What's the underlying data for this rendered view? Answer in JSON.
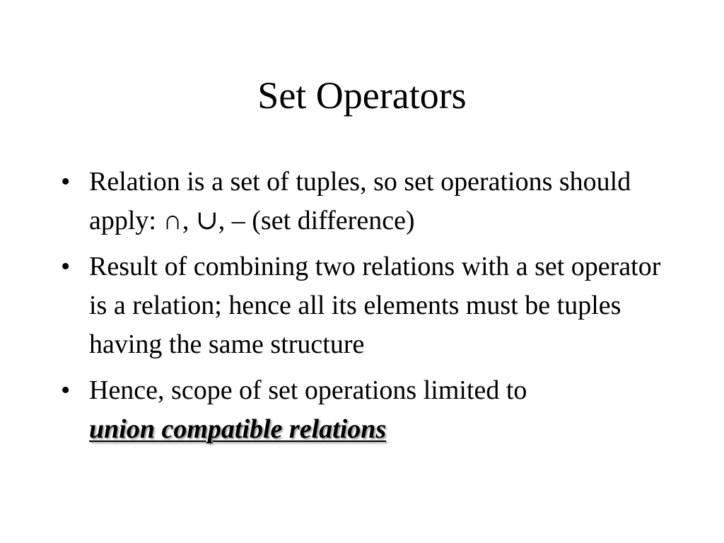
{
  "slide": {
    "title": "Set Operators",
    "bullet_char": "•",
    "bullets": [
      {
        "text": "Relation is a set of tuples, so set operations should apply:  ∩, ∪, – (set difference)"
      },
      {
        "text": "Result of combining two relations with a set operator is a relation; hence all its elements must be tuples having the same structure"
      },
      {
        "text": "Hence, scope of set operations limited to ",
        "emphasis": "union compatible relations"
      }
    ]
  }
}
